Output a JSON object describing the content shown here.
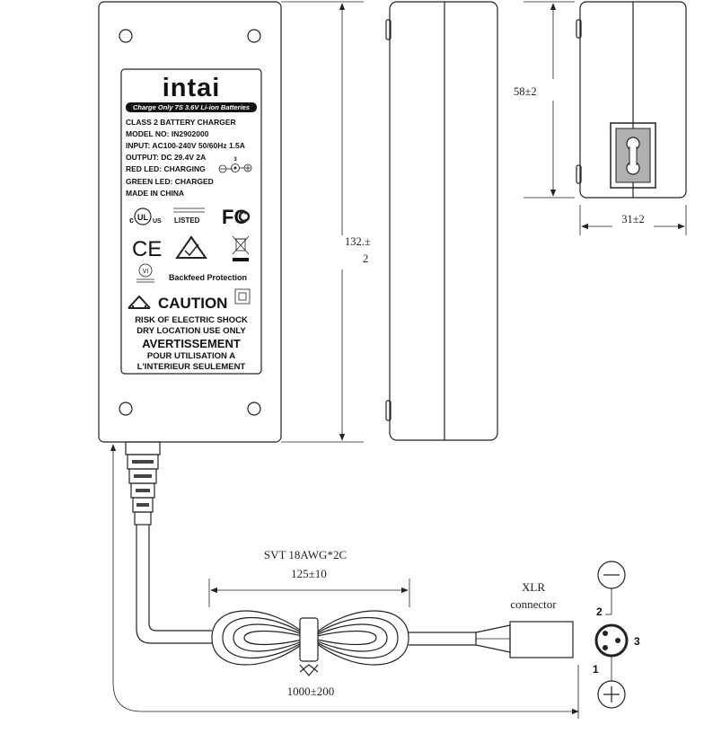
{
  "label": {
    "brand": "intai",
    "subtitle": "Charge Only 7S 3.6V Li-ion Batteries",
    "lines": [
      "CLASS 2 BATTERY CHARGER",
      "MODEL NO: IN2902000",
      "INPUT: AC100-240V 50/60Hz 1.5A",
      "OUTPUT: DC 29.4V 2A",
      "RED LED: CHARGING",
      "GREEN LED: CHARGED",
      "MADE IN CHINA"
    ],
    "polarity_num": "3",
    "ul_text": "c UL us LISTED",
    "fcc": "FC",
    "ce": "CE",
    "vi": "VI",
    "backfeed": "Backfeed Protection",
    "caution": "CAUTION",
    "warnings": [
      "RISK OF ELECTRIC SHOCK",
      "DRY LOCATION USE ONLY"
    ],
    "avertissement": "AVERTISSEMENT",
    "fr_lines": [
      "POUR UTILISATION A",
      "L'INTERIEUR SEULEMENT"
    ]
  },
  "dimensions": {
    "length_line1": "132.±",
    "length_line2": "2",
    "height": "58±2",
    "width": "31±2",
    "cable_spec": "SVT 18AWG*2C",
    "coil_length": "125±10",
    "cable_length": "1000±200"
  },
  "connector": {
    "title_line1": "XLR",
    "title_line2": "connector",
    "pin1": "1",
    "pin2": "2",
    "pin3": "3",
    "minus": "−",
    "plus": "+"
  }
}
